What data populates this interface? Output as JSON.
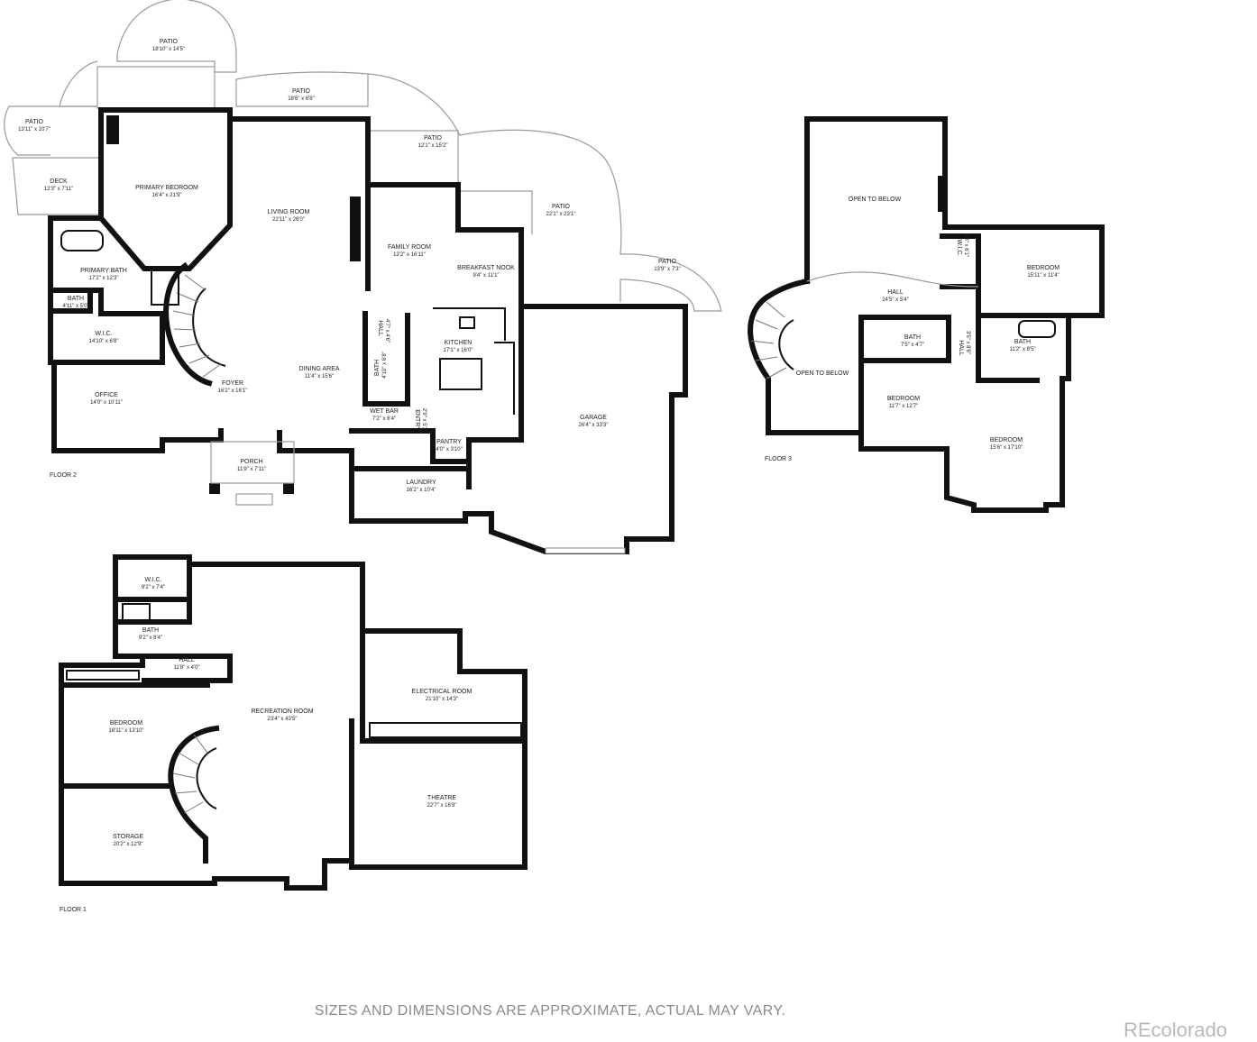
{
  "floors": {
    "floor2": {
      "label": "FLOOR 2",
      "rooms": {
        "patio_top": {
          "name": "PATIO",
          "dim": "18'10\" x 14'5\""
        },
        "patio_mid": {
          "name": "PATIO",
          "dim": "18'6\" x 6'8\""
        },
        "patio_left": {
          "name": "PATIO",
          "dim": "13'11\" x 10'7\""
        },
        "patio_right1": {
          "name": "PATIO",
          "dim": "12'1\" x 15'2\""
        },
        "patio_right2": {
          "name": "PATIO",
          "dim": "22'1\" x 23'1\""
        },
        "patio_right3": {
          "name": "PATIO",
          "dim": "13'9\" x 7'3\""
        },
        "deck": {
          "name": "DECK",
          "dim": "12'3\" x 7'11\""
        },
        "primary_bedroom": {
          "name": "PRIMARY BEDROOM",
          "dim": "16'4\" x 21'9\""
        },
        "living_room": {
          "name": "LIVING ROOM",
          "dim": "22'11\" x 26'0\""
        },
        "family_room": {
          "name": "FAMILY ROOM",
          "dim": "13'2\" x 16'11\""
        },
        "breakfast_nook": {
          "name": "BREAKFAST NOOK",
          "dim": "9'4\" x 11'1\""
        },
        "primary_bath": {
          "name": "PRIMARY BATH",
          "dim": "17'2\" x 12'3\""
        },
        "bath_small": {
          "name": "BATH",
          "dim": "4'11\" x 5'0\""
        },
        "wic": {
          "name": "W.I.C.",
          "dim": "14'10\" x 6'8\""
        },
        "office": {
          "name": "OFFICE",
          "dim": "14'0\" x 10'11\""
        },
        "foyer": {
          "name": "FOYER",
          "dim": "16'2\" x 16'1\""
        },
        "dining_area": {
          "name": "DINING AREA",
          "dim": "11'4\" x 15'6\""
        },
        "hall": {
          "name": "HALL",
          "dim": "4'7\" x 4'6\""
        },
        "bath_hall": {
          "name": "BATH",
          "dim": "4'10\" x 6'8\""
        },
        "kitchen": {
          "name": "KITCHEN",
          "dim": "17'1\" x 16'0\""
        },
        "garage": {
          "name": "GARAGE",
          "dim": "26'4\" x 33'3\""
        },
        "wet_bar": {
          "name": "WET BAR",
          "dim": "7'2\" x 6'4\""
        },
        "entry": {
          "name": "ENTRY",
          "dim": "2'9\" x 5'1\""
        },
        "pantry": {
          "name": "PANTRY",
          "dim": "4'0\" x 3'10\""
        },
        "porch": {
          "name": "PORCH",
          "dim": "11'9\" x 7'11\""
        },
        "laundry": {
          "name": "LAUNDRY",
          "dim": "16'2\" x 10'4\""
        }
      }
    },
    "floor3": {
      "label": "FLOOR 3",
      "rooms": {
        "open_below_top": {
          "name": "OPEN TO BELOW",
          "dim": ""
        },
        "open_below_low": {
          "name": "OPEN TO BELOW",
          "dim": ""
        },
        "wic": {
          "name": "W.I.C.",
          "dim": "4'8\" x 6'1\""
        },
        "bedroom_ne": {
          "name": "BEDROOM",
          "dim": "15'11\" x 11'4\""
        },
        "hall": {
          "name": "HALL",
          "dim": "24'5\" x 5'4\""
        },
        "bath_a": {
          "name": "BATH",
          "dim": "7'5\" x 4'7\""
        },
        "hall_b": {
          "name": "HALL",
          "dim": "3'5\" x 8'6\""
        },
        "bath_b": {
          "name": "BATH",
          "dim": "11'2\" x 8'5\""
        },
        "bedroom_mid": {
          "name": "BEDROOM",
          "dim": "11'7\" x 12'7\""
        },
        "bedroom_se": {
          "name": "BEDROOM",
          "dim": "15'6\" x 17'10\""
        }
      }
    },
    "floor1": {
      "label": "FLOOR 1",
      "rooms": {
        "wic": {
          "name": "W.I.C.",
          "dim": "9'2\" x 7'4\""
        },
        "bath": {
          "name": "BATH",
          "dim": "9'2\" x 8'4\""
        },
        "hall": {
          "name": "HALL",
          "dim": "11'8\" x 4'0\""
        },
        "bedroom": {
          "name": "BEDROOM",
          "dim": "18'11\" x 13'10\""
        },
        "recreation": {
          "name": "RECREATION ROOM",
          "dim": "23'4\" x 43'5\""
        },
        "electrical": {
          "name": "ELECTRICAL ROOM",
          "dim": "21'10\" x 14'3\""
        },
        "theatre": {
          "name": "THEATRE",
          "dim": "22'7\" x 16'9\""
        },
        "storage": {
          "name": "STORAGE",
          "dim": "20'2\" x 12'9\""
        }
      }
    }
  },
  "disclaimer": "SIZES AND DIMENSIONS ARE APPROXIMATE, ACTUAL MAY VARY.",
  "brand": "REcolorado"
}
